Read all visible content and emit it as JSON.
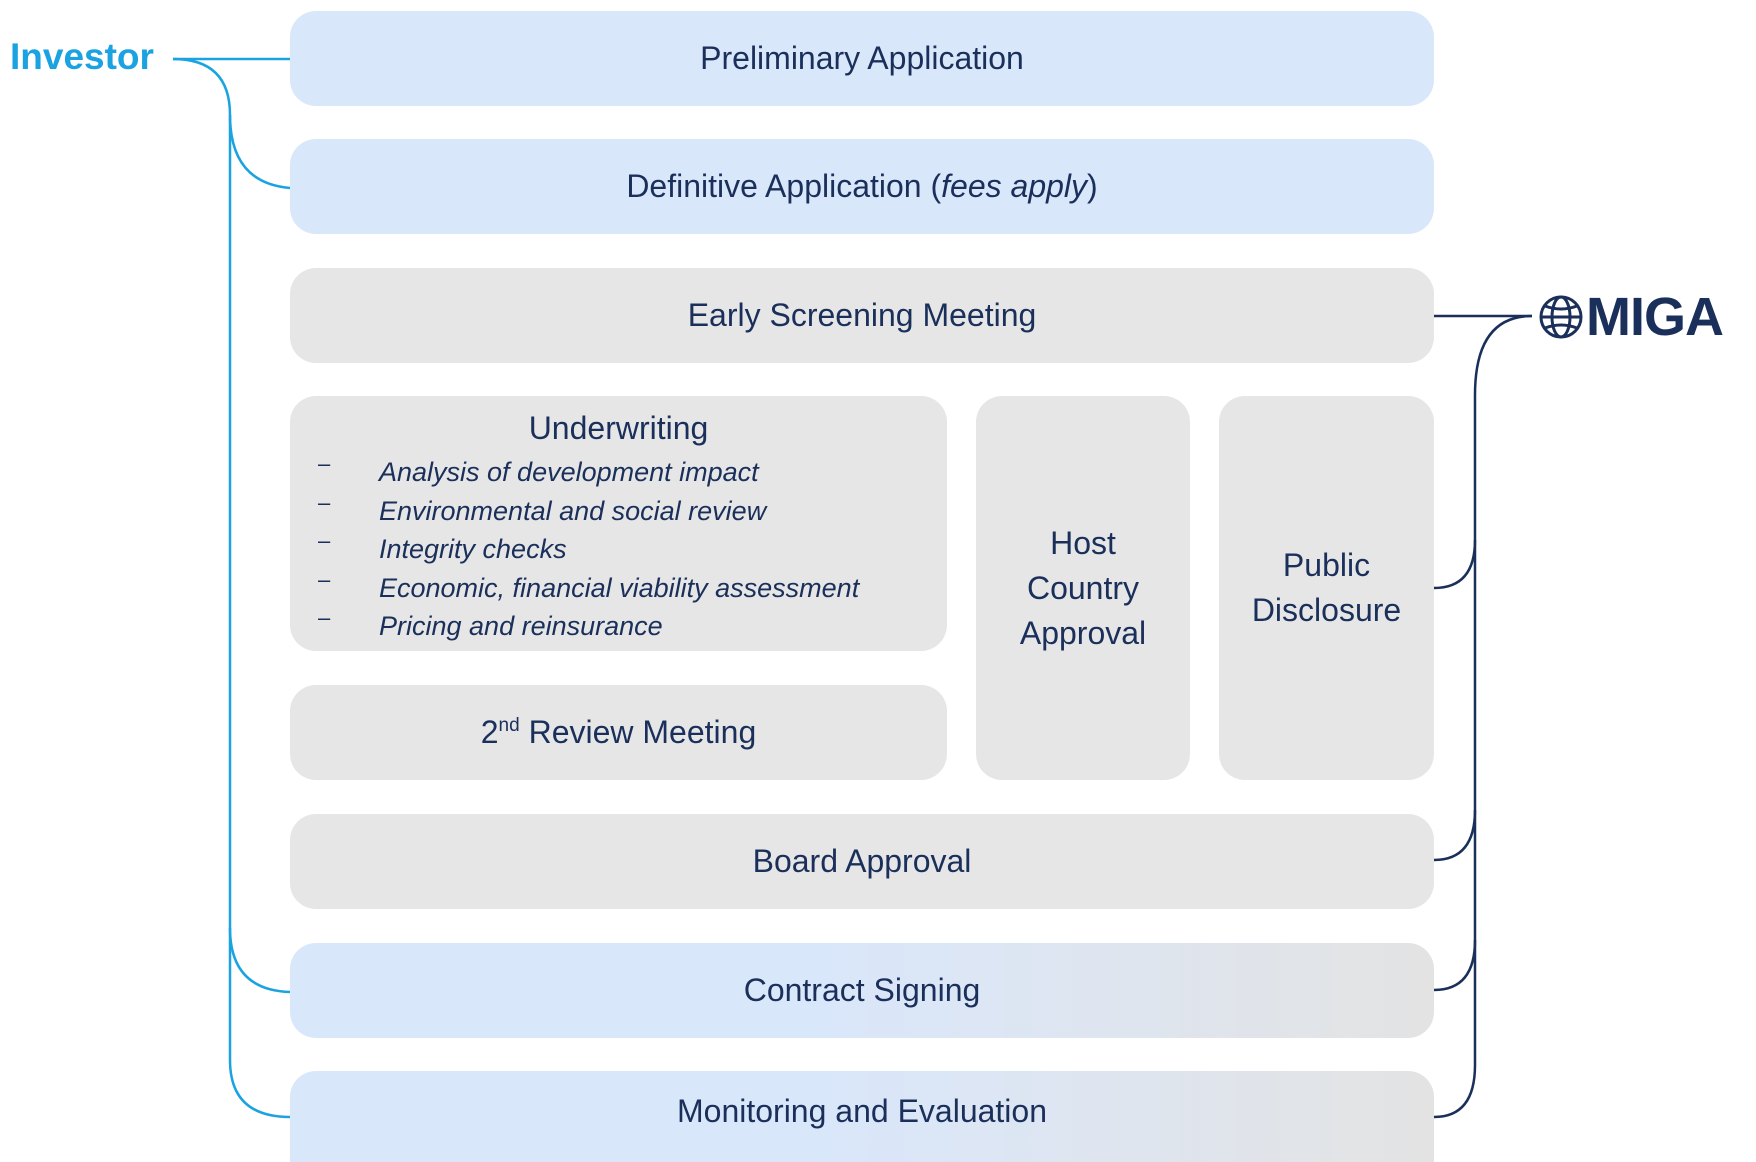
{
  "actors": {
    "investor": "Investor",
    "miga": "MIGA"
  },
  "steps": {
    "preliminary": "Preliminary Application",
    "definitive_prefix": "Definitive Application (",
    "definitive_italic": "fees apply",
    "definitive_suffix": ")",
    "early_screening": "Early Screening Meeting",
    "underwriting_title": "Underwriting",
    "underwriting_items": [
      "Analysis of development impact",
      "Environmental and social review",
      "Integrity checks",
      "Economic, financial viability assessment",
      "Pricing and reinsurance"
    ],
    "review_number": "2",
    "review_sup": "nd",
    "review_text": " Review Meeting",
    "host_line1": "Host",
    "host_line2": "Country",
    "host_line3": "Approval",
    "public_line1": "Public",
    "public_line2": "Disclosure",
    "board": "Board Approval",
    "contract": "Contract Signing",
    "monitoring": "Monitoring and Evaluation"
  },
  "colors": {
    "investor": "#1aa3e0",
    "miga": "#1a2f5a",
    "investor_box": "#d9e7fb",
    "miga_box": "#e6e6e6"
  },
  "icons": {
    "miga_logo": "globe-icon",
    "bullet": "dash"
  }
}
